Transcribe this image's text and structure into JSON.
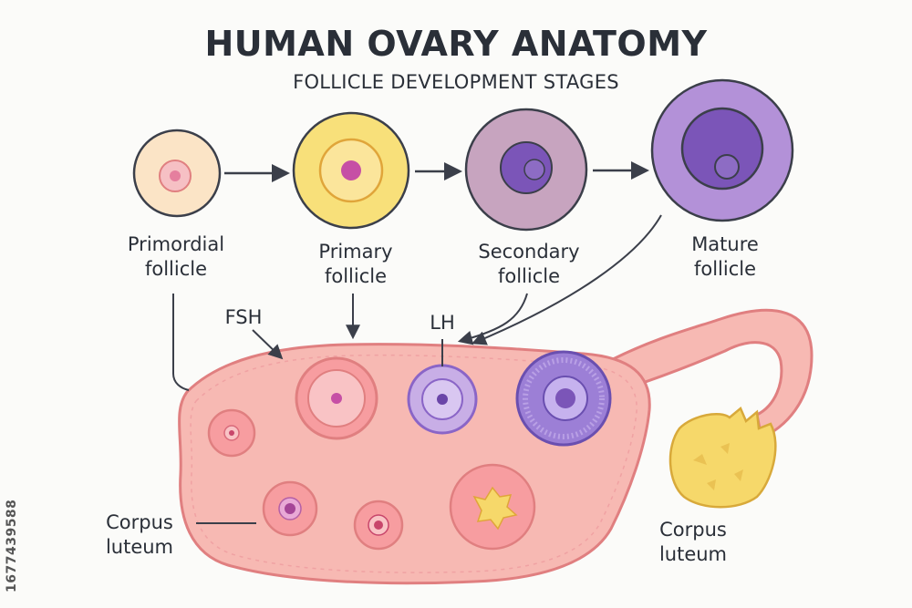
{
  "title": "HUMAN OVARY ANATOMY",
  "subtitle": "FOLLICLE DEVELOPMENT STAGES",
  "stages": [
    {
      "line1": "Primordial",
      "line2": "follicle"
    },
    {
      "line1": "Primary",
      "line2": "follicle"
    },
    {
      "line1": "Secondary",
      "line2": "follicle"
    },
    {
      "line1": "Mature",
      "line2": "follicle"
    }
  ],
  "hormones": {
    "fsh": "FSH",
    "lh": "LH"
  },
  "corpus_left": {
    "line1": "Corpus",
    "line2": "luteum"
  },
  "corpus_right": {
    "line1": "Corpus",
    "line2": "luteum"
  },
  "side_text": "1677439588",
  "colors": {
    "ovary": "#f7b9b3",
    "ovary_outline": "#e07f80",
    "primordial": "#fbe4c6",
    "primary": "#f8e07a",
    "secondary": "#c7a4bf",
    "mature": "#b391d8",
    "oocyte": "#7b55b8",
    "corpus_luteum": "#f6d86a",
    "outline": "#3b3f4a"
  }
}
